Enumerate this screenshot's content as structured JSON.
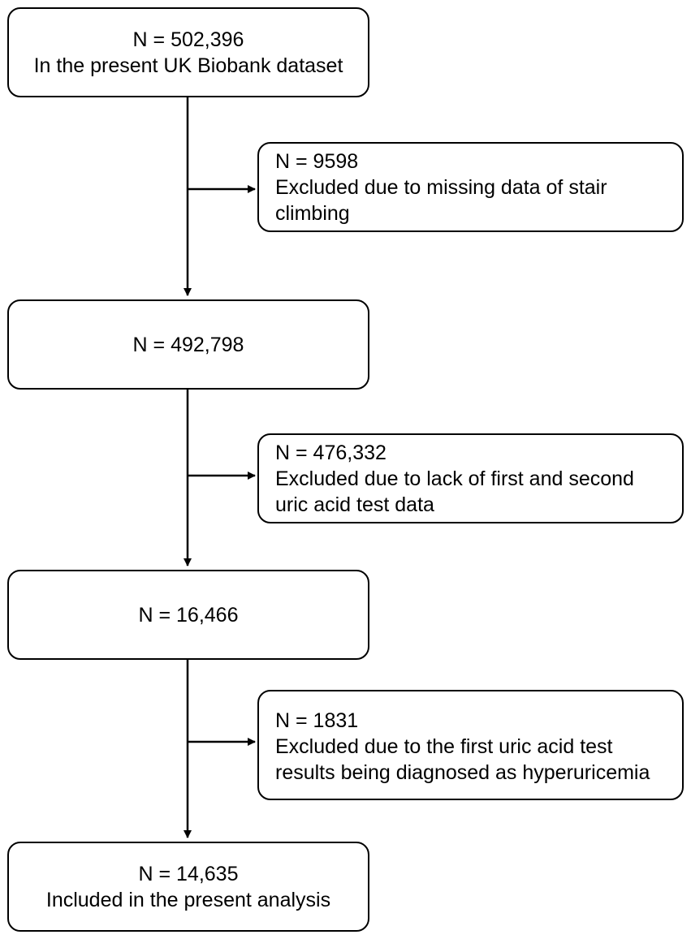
{
  "main_boxes": [
    {
      "count": "N = 502,396",
      "description": "In the present UK Biobank dataset"
    },
    {
      "count": "N = 492,798",
      "description": ""
    },
    {
      "count": "N = 16,466",
      "description": ""
    },
    {
      "count": "N = 14,635",
      "description": "Included in the present analysis"
    }
  ],
  "exclusion_boxes": [
    {
      "count": "N = 9598",
      "lines": [
        "Excluded due to missing data of stair",
        "climbing"
      ]
    },
    {
      "count": "N = 476,332",
      "lines": [
        "Excluded due to lack of first and second",
        "uric acid test data"
      ]
    },
    {
      "count": "N = 1831",
      "lines": [
        "Excluded due to the first uric acid test",
        "results being diagnosed as hyperuricemia"
      ]
    }
  ]
}
